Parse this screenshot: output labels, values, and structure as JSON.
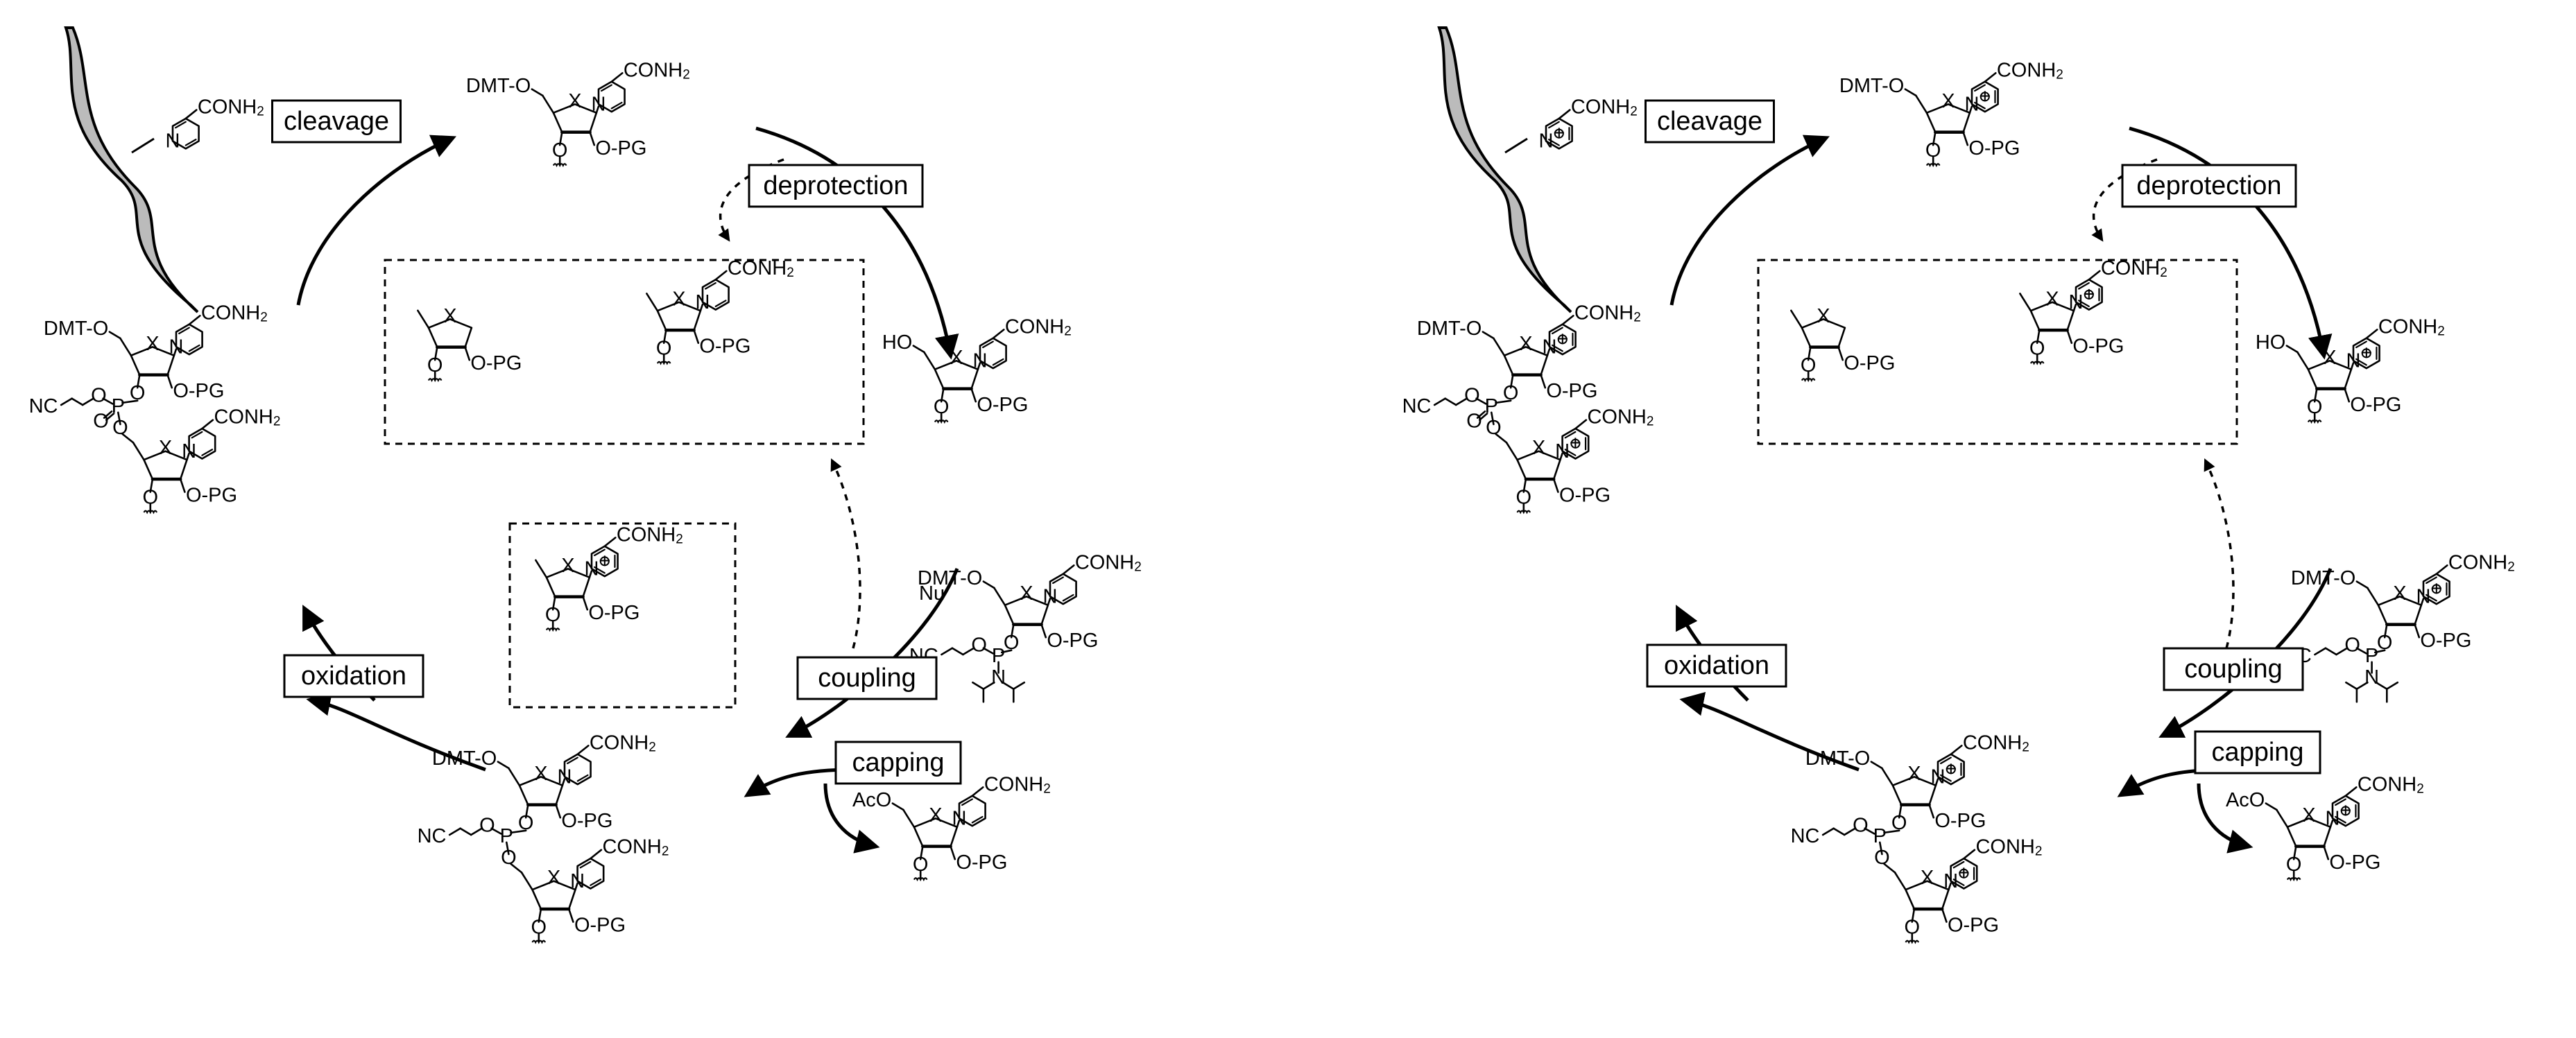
{
  "cycles": {
    "left": {
      "steps": {
        "cleavage": "cleavage",
        "deprotection": "deprotection",
        "coupling": "coupling",
        "capping": "capping",
        "oxidation": "oxidation"
      }
    },
    "right": {
      "steps": {
        "cleavage": "cleavage",
        "deprotection": "deprotection",
        "coupling": "coupling",
        "capping": "capping",
        "oxidation": "oxidation"
      }
    }
  },
  "labels": {
    "conh2": "CONH",
    "sub2": "2",
    "dmt": "DMT-O",
    "ho": "HO",
    "aco": "AcO",
    "opg": "O-PG",
    "x": "X",
    "n": "N",
    "o": "O",
    "p": "P",
    "nc": "NC",
    "nu": "Nu",
    "plus": "+"
  }
}
